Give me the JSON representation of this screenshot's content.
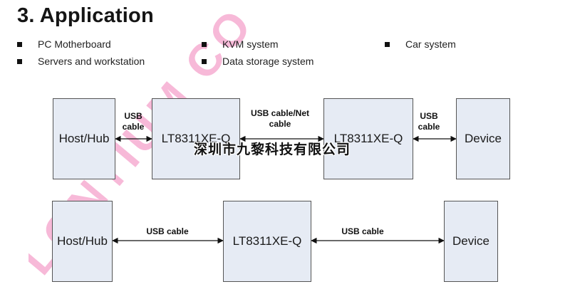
{
  "heading": "3. Application",
  "bullets": [
    "PC Motherboard",
    "KVM system",
    "Car system",
    "Servers and workstation",
    "Data storage system"
  ],
  "diagram1": {
    "host": "Host/Hub",
    "left_link": "USB cable",
    "chip_left": "LT8311XE-Q",
    "mid_link": "USB cable/Net cable",
    "chip_right": "LT8311XE-Q",
    "right_link": "USB cable",
    "device": "Device"
  },
  "diagram2": {
    "host": "Host/Hub",
    "left_link": "USB cable",
    "chip": "LT8311XE-Q",
    "right_link": "USB cable",
    "device": "Device"
  },
  "overlay_text": "深圳市九黎科技有限公司",
  "watermark_text": "LONTIUM CO",
  "colors": {
    "box_fill": "#e6ebf4",
    "watermark": "#f7b9d8"
  }
}
